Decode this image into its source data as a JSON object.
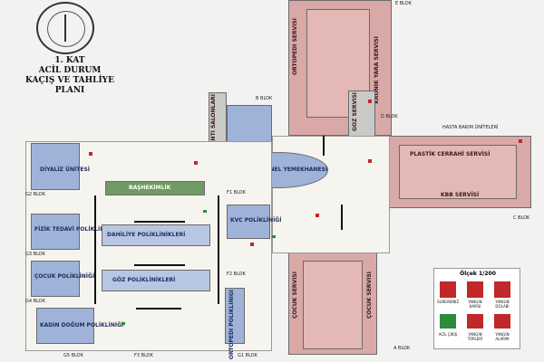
{
  "plan": {
    "title_lines": [
      "1. KAT",
      "ACİL DURUM",
      "KAÇIŞ VE TAHLİYE",
      "PLANI"
    ],
    "scale": "Ölçek 1/200"
  },
  "blocks": {
    "b": "B BLOK",
    "d": "D BLOK",
    "e": "E BLOK",
    "c": "C BLOK",
    "a": "A BLOK",
    "f1": "F1 BLOK",
    "f2": "F2 BLOK",
    "f3": "F3 BLOK",
    "g1": "G1 BLOK",
    "g2": "G2 BLOK",
    "g3": "G3 BLOK",
    "g4": "G4 BLOK",
    "g5": "G5 BLOK",
    "care_units": "HASTA BAKIM ÜNİTELERİ"
  },
  "rooms": {
    "ortopedi": "ORTOPEDİ SERVİSİ",
    "kronik": "KRONİK YARA SERVİSİ",
    "goz_servisi": "GÖZ SERVİSİ",
    "plastik": "PLASTİK CERRAHİ SERVİSİ",
    "kbb": "KBB SERVİSİ",
    "personel": "PERSONEL YEMEKHANESİ",
    "toplanti": "TOPLANTI SALONLARI",
    "diyaliz": "DİYALİZ ÜNİTESİ",
    "baskimlik": "BAŞHEKİMLİK",
    "kvc": "KVC POLİKLİNİĞİ",
    "fizik": "FİZİK TEDAVİ POLİKLİNİĞİ",
    "dahiliye": "DAHİLİYE POLİKLİNİKLERİ",
    "cocuk_poli": "ÇOCUK POLİKLİNİĞİ",
    "goz_poli": "GÖZ POLİKLİNİKLERİ",
    "kadin": "KADIN DOĞUM POLİKLİNİĞİ",
    "ortopedi_poli": "ORTOPEDİ POLİKLİNİĞİ",
    "cocuk_servis_1": "ÇOCUK SERVİSİ",
    "cocuk_servis_2": "ÇOCUK SERVİSİ"
  },
  "legend": {
    "items": [
      "SUREAKINIZ",
      "YANGIN KAPISI",
      "YANGIN DOLABI",
      "ACİL ÇIKIŞ",
      "YANGIN TÜPLERİ",
      "YANGIN ALARMI"
    ]
  },
  "colors": {
    "wards": "#d9a9a8",
    "clinics": "#9fb2d8",
    "fire_marker": "#c0282a",
    "exit_marker": "#2e8b3e"
  }
}
